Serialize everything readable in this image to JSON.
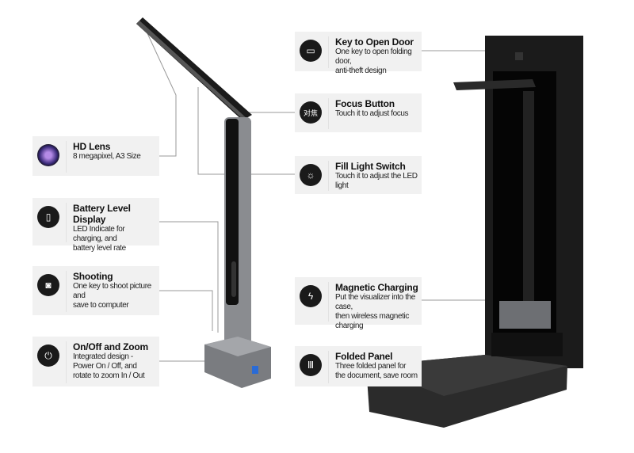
{
  "features_left": [
    {
      "title": "HD Lens",
      "desc": "8 megapixel, A3 Size",
      "icon": "lens-icon"
    },
    {
      "title": "Battery Level Display",
      "desc": "LED Indicate for charging, and\nbattery level rate",
      "icon": "battery-icon"
    },
    {
      "title": "Shooting",
      "desc": "One key to shoot picture and\nsave to computer",
      "icon": "camera-icon"
    },
    {
      "title": "On/Off and Zoom",
      "desc": "Integrated design -\nPower On / Off, and\nrotate to zoom In / Out",
      "icon": "power-icon"
    }
  ],
  "features_right": [
    {
      "title": "Key to Open Door",
      "desc": "One key to open folding door,\nanti-theft design",
      "icon": "key-button-icon"
    },
    {
      "title": "Focus Button",
      "desc": "Touch it to adjust focus",
      "icon": "focus-icon",
      "icon_text": "对焦"
    },
    {
      "title": "Fill Light Switch",
      "desc": "Touch it to adjust the LED light",
      "icon": "light-bulb-icon"
    },
    {
      "title": "Magnetic Charging",
      "desc": "Put the visualizer into the case,\nthen wireless magnetic charging",
      "icon": "charging-icon"
    },
    {
      "title": "Folded Panel",
      "desc": "Three folded panel for\nthe document, save room",
      "icon": "folded-panel-icon"
    }
  ],
  "colors": {
    "box": "#f1f1f1",
    "icon_bg": "#1a1a1a",
    "product_dark": "#1b1b1b",
    "product_grey": "#8a8c90"
  }
}
